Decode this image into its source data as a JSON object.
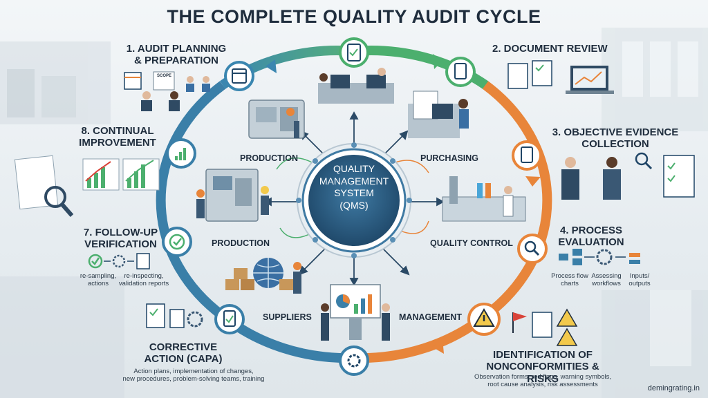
{
  "title": "The Complete Quality Audit Cycle",
  "center": {
    "line1": "Quality",
    "line2": "Management",
    "line3": "System",
    "line4": "(QMS)"
  },
  "steps": [
    {
      "line1": "1. Audit Planning",
      "line2": "& Preparation"
    },
    {
      "line1": "2. Document Review"
    },
    {
      "line1": "3. Objective Evidence",
      "line2": "Collection"
    },
    {
      "line1": "4. Process",
      "line2": "Evaluation"
    },
    {
      "line1": "Identification of",
      "line2": "Nonconformities & Risks",
      "sub1": "Observation forms, red flags, warning symbols,",
      "sub2": "root cause analysis, risk assessments"
    },
    {
      "line1": "Corrective",
      "line2": "Action (CAPA)",
      "sub1": "Action plans, implementation of changes,",
      "sub2": "new procedures, problem-solving teams, training"
    },
    {
      "line1": "7. Follow-Up",
      "line2": "Verification"
    },
    {
      "line1": "8. Continual",
      "line2": "Improvement"
    }
  ],
  "scope_label": "Scope",
  "process_flow": {
    "a": "Process flow",
    "b": "charts",
    "c": "Assessing",
    "d": "workflows",
    "e": "Inputs/",
    "f": "outputs"
  },
  "verification": {
    "a": "re-sampling,",
    "b": "actions",
    "c": "re-inspecting,",
    "d": "validation reports"
  },
  "departments": {
    "production_top": "Production",
    "purchasing": "Purchasing",
    "production_mid": "Production",
    "quality_control": "Quality Control",
    "suppliers": "Suppliers",
    "management": "Management"
  },
  "footer": "demingrating.in",
  "colors": {
    "green": "#4caf6e",
    "orange": "#e8853a",
    "blue": "#3a7fa8",
    "navy": "#1f4566",
    "ring_center": "#28567a"
  }
}
